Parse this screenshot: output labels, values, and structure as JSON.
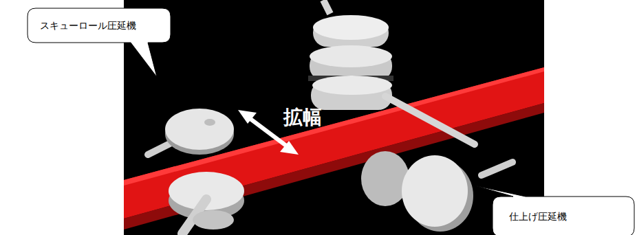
{
  "diagram": {
    "nodes": [
      {
        "text": [
          "スキューロール圧延機"
        ]
      },
      {
        "text": [
          "仕上げ圧延機"
        ]
      }
    ],
    "labels": [
      "拡幅"
    ]
  }
}
